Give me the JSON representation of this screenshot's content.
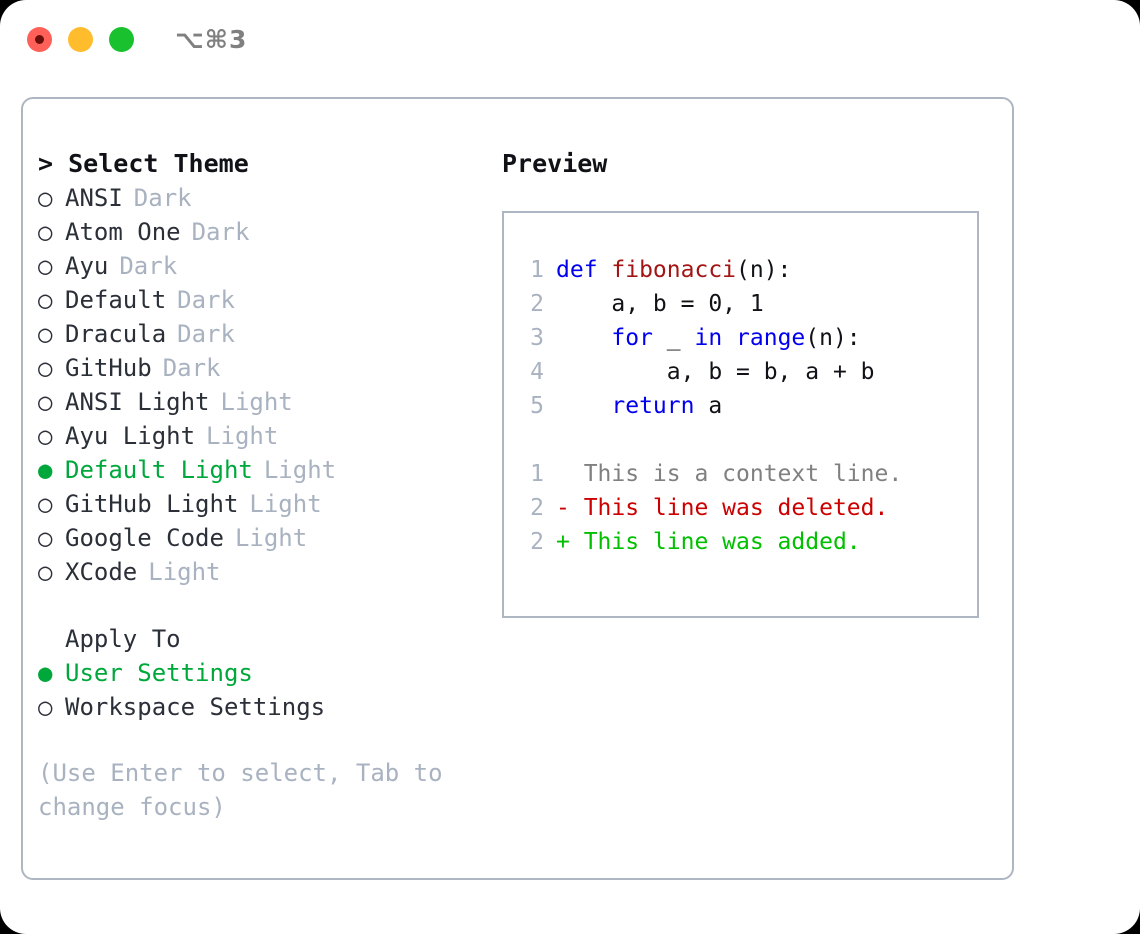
{
  "window": {
    "shortcut": "⌥⌘3",
    "traffic_lights": [
      {
        "name": "close",
        "color": "#ff6058"
      },
      {
        "name": "minimize",
        "color": "#ffbd2e"
      },
      {
        "name": "maximize",
        "color": "#1ac12f"
      }
    ]
  },
  "theme_picker": {
    "title": "Select Theme",
    "caret": ">",
    "marker_selected": "●",
    "marker_unselected": "○",
    "options": [
      {
        "label": "ANSI",
        "badge": "Dark",
        "selected": false
      },
      {
        "label": "Atom One",
        "badge": "Dark",
        "selected": false
      },
      {
        "label": "Ayu",
        "badge": "Dark",
        "selected": false
      },
      {
        "label": "Default",
        "badge": "Dark",
        "selected": false
      },
      {
        "label": "Dracula",
        "badge": "Dark",
        "selected": false
      },
      {
        "label": "GitHub",
        "badge": "Dark",
        "selected": false
      },
      {
        "label": "ANSI Light",
        "badge": "Light",
        "selected": false
      },
      {
        "label": "Ayu Light",
        "badge": "Light",
        "selected": false
      },
      {
        "label": "Default Light",
        "badge": "Light",
        "selected": true
      },
      {
        "label": "GitHub Light",
        "badge": "Light",
        "selected": false
      },
      {
        "label": "Google Code",
        "badge": "Light",
        "selected": false
      },
      {
        "label": "XCode",
        "badge": "Light",
        "selected": false
      }
    ]
  },
  "apply_to": {
    "title": "Apply To",
    "options": [
      {
        "label": "User Settings",
        "selected": true
      },
      {
        "label": "Workspace Settings",
        "selected": false
      }
    ]
  },
  "hint": "(Use Enter to select, Tab to change focus)",
  "preview": {
    "heading": "Preview",
    "code_lines": [
      {
        "num": "1",
        "tokens": [
          {
            "t": "def ",
            "c": "kw"
          },
          {
            "t": "fibonacci",
            "c": "fn"
          },
          {
            "t": "(n):",
            "c": "plain"
          }
        ]
      },
      {
        "num": "2",
        "tokens": [
          {
            "t": "    a, b = 0, 1",
            "c": "plain"
          }
        ]
      },
      {
        "num": "3",
        "tokens": [
          {
            "t": "    ",
            "c": "plain"
          },
          {
            "t": "for",
            "c": "kw"
          },
          {
            "t": " _ ",
            "c": "plain"
          },
          {
            "t": "in range",
            "c": "kw"
          },
          {
            "t": "(n):",
            "c": "plain"
          }
        ]
      },
      {
        "num": "4",
        "tokens": [
          {
            "t": "        a, b = b, a + b",
            "c": "plain"
          }
        ]
      },
      {
        "num": "5",
        "tokens": [
          {
            "t": "    ",
            "c": "plain"
          },
          {
            "t": "return",
            "c": "kw"
          },
          {
            "t": " a",
            "c": "plain"
          }
        ]
      }
    ],
    "diff_lines": [
      {
        "num": "1",
        "text": "  This is a context line.",
        "kind": "ctx"
      },
      {
        "num": "2",
        "text": "- This line was deleted.",
        "kind": "del"
      },
      {
        "num": "2",
        "text": "+ This line was added.",
        "kind": "add"
      }
    ]
  },
  "colors": {
    "accent_green": "#00a83c",
    "muted": "#a9b2c0",
    "text": "#2b2f38",
    "border": "#aeb6c2",
    "keyword": "#0000ee",
    "function": "#a31515",
    "diff_delete": "#cc0000",
    "diff_add": "#00c000",
    "diff_context": "#808080"
  }
}
